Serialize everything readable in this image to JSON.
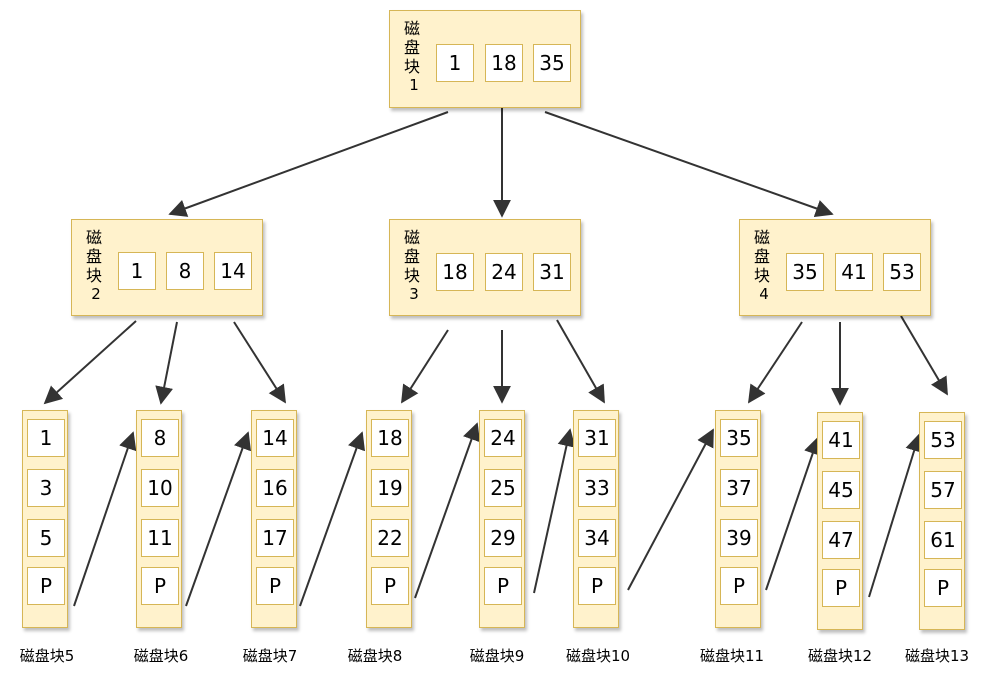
{
  "root": {
    "label": "磁盘块",
    "number": "1",
    "keys": [
      "1",
      "18",
      "35"
    ]
  },
  "internal": [
    {
      "label": "磁盘块",
      "number": "2",
      "keys": [
        "1",
        "8",
        "14"
      ]
    },
    {
      "label": "磁盘块",
      "number": "3",
      "keys": [
        "18",
        "24",
        "31"
      ]
    },
    {
      "label": "磁盘块",
      "number": "4",
      "keys": [
        "35",
        "41",
        "53"
      ]
    }
  ],
  "leaves": [
    {
      "caption": "磁盘块5",
      "keys": [
        "1",
        "3",
        "5",
        "P"
      ]
    },
    {
      "caption": "磁盘块6",
      "keys": [
        "8",
        "10",
        "11",
        "P"
      ]
    },
    {
      "caption": "磁盘块7",
      "keys": [
        "14",
        "16",
        "17",
        "P"
      ]
    },
    {
      "caption": "磁盘块8",
      "keys": [
        "18",
        "19",
        "22",
        "P"
      ]
    },
    {
      "caption": "磁盘块9",
      "keys": [
        "24",
        "25",
        "29",
        "P"
      ]
    },
    {
      "caption": "磁盘块10",
      "keys": [
        "31",
        "33",
        "34",
        "P"
      ]
    },
    {
      "caption": "磁盘块11",
      "keys": [
        "35",
        "37",
        "39",
        "P"
      ]
    },
    {
      "caption": "磁盘块12",
      "keys": [
        "41",
        "45",
        "47",
        "P"
      ]
    },
    {
      "caption": "磁盘块13",
      "keys": [
        "53",
        "57",
        "61",
        "P"
      ]
    }
  ],
  "colors": {
    "node_fill": "#fff2cc",
    "node_border": "#d6b656",
    "edge": "#333333"
  }
}
